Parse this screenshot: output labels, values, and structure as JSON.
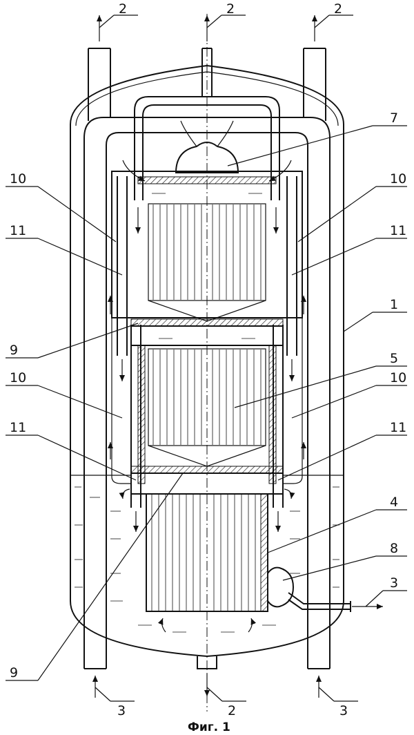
{
  "figure": {
    "caption": "Фиг. 1",
    "labels": {
      "flow_out_top_left": "2",
      "flow_out_top_center": "2",
      "flow_out_top_right": "2",
      "flow_in_bottom_left": "3",
      "flow_out_bottom_center": "2",
      "flow_in_bottom_right": "3",
      "flow_out_side": "3",
      "item_1": "1",
      "item_4": "4",
      "item_5": "5",
      "item_7": "7",
      "item_8": "8",
      "item_9_upper": "9",
      "item_9_lower": "9",
      "item_10_upper_left": "10",
      "item_10_upper_right": "10",
      "item_10_lower_left": "10",
      "item_10_lower_right": "10",
      "item_11_upper_left": "11",
      "item_11_upper_right": "11",
      "item_11_lower_left": "11",
      "item_11_lower_right": "11"
    }
  }
}
